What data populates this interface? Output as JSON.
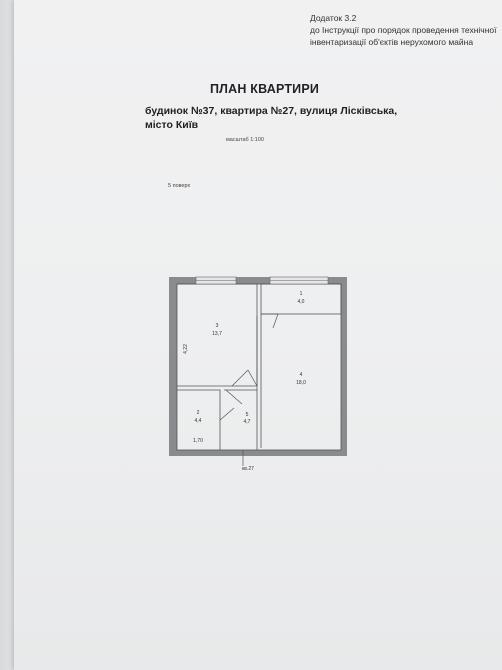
{
  "annex": {
    "line1": "Додаток 3.2",
    "line2": "до Інструкції про порядок проведення технічної",
    "line3": "інвентаризації об'єктів нерухомого майна"
  },
  "title": "ПЛАН КВАРТИРИ",
  "address": {
    "line1": "будинок №37, квартира №27, вулиця Лісківська,",
    "line2": "місто Київ"
  },
  "scale": "масштаб 1:100",
  "floor": "5 поверх",
  "plan": {
    "rooms": [
      {
        "number": "1",
        "area": "4,0"
      },
      {
        "number": "2",
        "area": "4,4"
      },
      {
        "number": "3",
        "area": "13,7"
      },
      {
        "number": "4",
        "area": "18,0"
      },
      {
        "number": "5",
        "area": "4,7"
      }
    ],
    "dim_height": "4,22",
    "dim_width": "1,70",
    "apartment_label": "кв.27"
  },
  "colors": {
    "wall": "#8a8b8e",
    "line": "#555555",
    "paper": "#efeff0"
  }
}
